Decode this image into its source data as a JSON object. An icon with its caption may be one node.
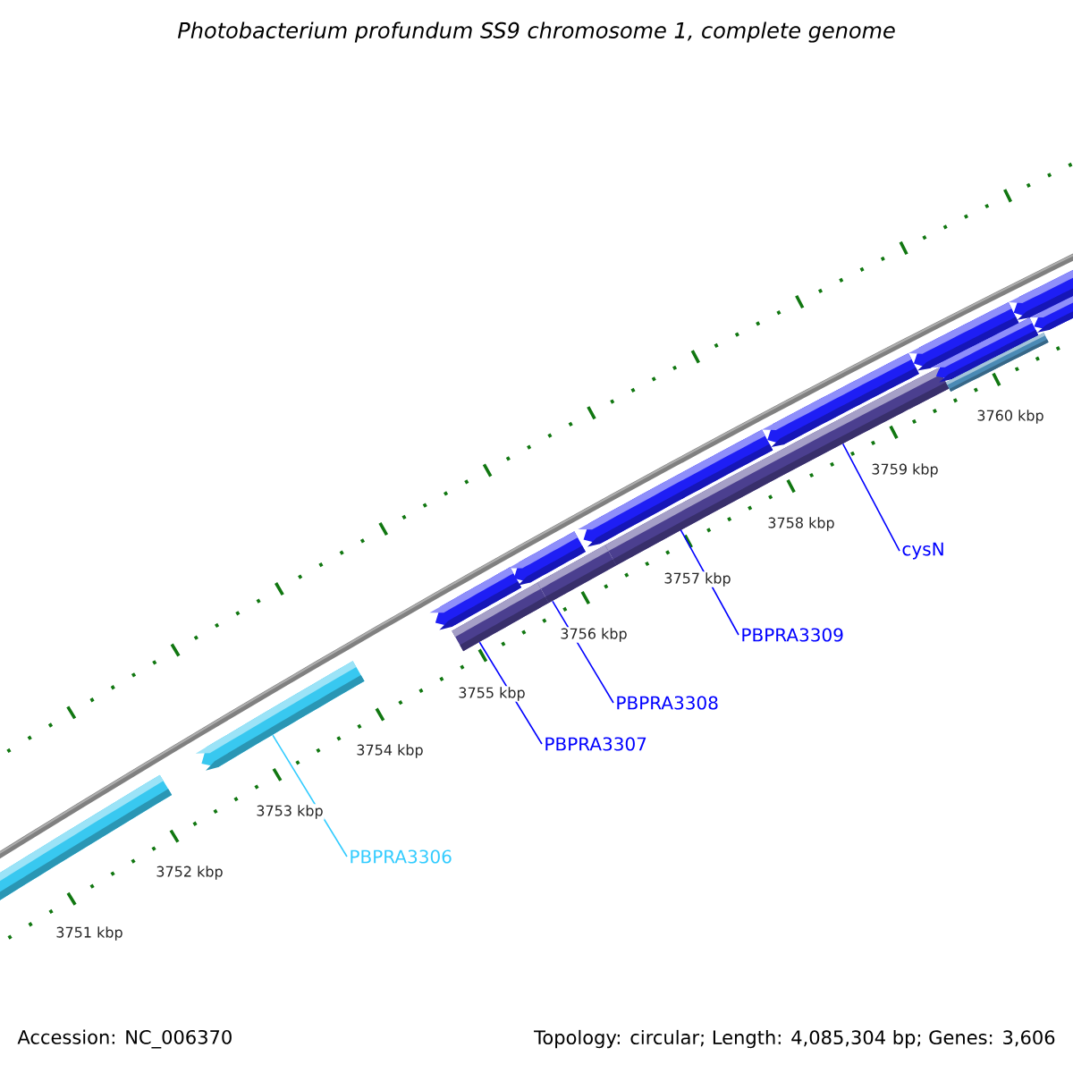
{
  "diagram": {
    "title": "Photobacterium profundum SS9 chromosome 1, complete genome",
    "nodes": [
      {
        "text": [],
        "shape": "bar"
      },
      {
        "text": [],
        "shape": "bar"
      },
      {
        "text": [],
        "shape": "bar"
      },
      {
        "text": [],
        "shape": "bar"
      },
      {
        "text": [],
        "shape": "bar"
      },
      {
        "text": [],
        "shape": "bar"
      },
      {
        "text": [],
        "shape": "bar"
      },
      {
        "text": [],
        "shape": "bar"
      },
      {
        "text": [],
        "shape": "bar"
      },
      {
        "text": [],
        "shape": "bar"
      },
      {
        "text": [],
        "shape": "bar"
      },
      {
        "text": [],
        "shape": "bar"
      },
      {
        "text": [],
        "shape": "bar"
      },
      {
        "text": [],
        "shape": "bar"
      },
      {
        "text": [
          "PBPRA3306"
        ]
      },
      {
        "text": [
          "PBPRA3307"
        ]
      },
      {
        "text": [
          "PBPRA3308"
        ]
      },
      {
        "text": [
          "PBPRA3309"
        ]
      },
      {
        "text": [
          "cysN"
        ]
      }
    ],
    "edges": [
      {
        "from": 14,
        "to": 1,
        "arrow": "none",
        "color": "#33ccff"
      },
      {
        "from": 15,
        "to": 3,
        "arrow": "none"
      },
      {
        "from": 16,
        "to": 5,
        "arrow": "none"
      },
      {
        "from": 17,
        "to": 7,
        "arrow": "none"
      },
      {
        "from": 18,
        "to": 7,
        "arrow": "none"
      }
    ],
    "labels": [
      "3751 kbp",
      "3752 kbp",
      "3753 kbp",
      "3754 kbp",
      "3755 kbp",
      "3756 kbp",
      "3757 kbp",
      "3758 kbp",
      "3759 kbp",
      "3760 kbp",
      "Accession: NC_006370",
      "Topology: circular; Length: 4,085,304 bp; Genes: 3,606"
    ]
  }
}
